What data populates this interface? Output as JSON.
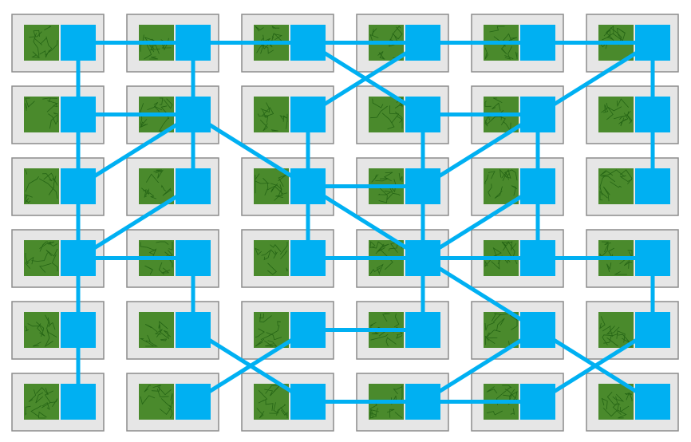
{
  "colors": {
    "background": "#ffffff",
    "cell_fill": "#e6e6e6",
    "cell_border": "#8c8c8c",
    "logic_block": "#4a8a2c",
    "logic_trace": "#1f5e12",
    "switch_block": "#00b0f2",
    "wire": "#00b0f2"
  },
  "grid": {
    "rows": 6,
    "cols": 6
  },
  "connections": [
    [
      [
        0,
        0
      ],
      [
        0,
        1
      ]
    ],
    [
      [
        0,
        1
      ],
      [
        0,
        2
      ]
    ],
    [
      [
        0,
        2
      ],
      [
        0,
        3
      ]
    ],
    [
      [
        0,
        3
      ],
      [
        0,
        4
      ]
    ],
    [
      [
        0,
        4
      ],
      [
        0,
        5
      ]
    ],
    [
      [
        0,
        0
      ],
      [
        1,
        0
      ]
    ],
    [
      [
        0,
        1
      ],
      [
        1,
        1
      ]
    ],
    [
      [
        0,
        2
      ],
      [
        1,
        3
      ]
    ],
    [
      [
        0,
        3
      ],
      [
        1,
        2
      ]
    ],
    [
      [
        0,
        5
      ],
      [
        1,
        4
      ]
    ],
    [
      [
        0,
        5
      ],
      [
        1,
        5
      ]
    ],
    [
      [
        1,
        0
      ],
      [
        1,
        1
      ]
    ],
    [
      [
        1,
        3
      ],
      [
        1,
        4
      ]
    ],
    [
      [
        1,
        0
      ],
      [
        2,
        0
      ]
    ],
    [
      [
        1,
        1
      ],
      [
        2,
        0
      ]
    ],
    [
      [
        1,
        1
      ],
      [
        2,
        1
      ]
    ],
    [
      [
        1,
        1
      ],
      [
        2,
        2
      ]
    ],
    [
      [
        1,
        2
      ],
      [
        2,
        2
      ]
    ],
    [
      [
        1,
        3
      ],
      [
        2,
        3
      ]
    ],
    [
      [
        1,
        4
      ],
      [
        2,
        3
      ]
    ],
    [
      [
        1,
        4
      ],
      [
        2,
        4
      ]
    ],
    [
      [
        1,
        5
      ],
      [
        2,
        5
      ]
    ],
    [
      [
        2,
        2
      ],
      [
        2,
        3
      ]
    ],
    [
      [
        2,
        0
      ],
      [
        3,
        0
      ]
    ],
    [
      [
        2,
        1
      ],
      [
        3,
        0
      ]
    ],
    [
      [
        2,
        2
      ],
      [
        3,
        2
      ]
    ],
    [
      [
        2,
        2
      ],
      [
        3,
        3
      ]
    ],
    [
      [
        2,
        3
      ],
      [
        3,
        3
      ]
    ],
    [
      [
        2,
        4
      ],
      [
        3,
        3
      ]
    ],
    [
      [
        2,
        4
      ],
      [
        3,
        4
      ]
    ],
    [
      [
        3,
        0
      ],
      [
        3,
        1
      ]
    ],
    [
      [
        3,
        2
      ],
      [
        3,
        3
      ]
    ],
    [
      [
        3,
        3
      ],
      [
        3,
        4
      ]
    ],
    [
      [
        3,
        4
      ],
      [
        3,
        5
      ]
    ],
    [
      [
        3,
        0
      ],
      [
        4,
        0
      ]
    ],
    [
      [
        3,
        1
      ],
      [
        4,
        1
      ]
    ],
    [
      [
        3,
        3
      ],
      [
        4,
        3
      ]
    ],
    [
      [
        3,
        3
      ],
      [
        4,
        4
      ]
    ],
    [
      [
        3,
        5
      ],
      [
        4,
        5
      ]
    ],
    [
      [
        4,
        2
      ],
      [
        4,
        3
      ]
    ],
    [
      [
        4,
        0
      ],
      [
        5,
        0
      ]
    ],
    [
      [
        4,
        1
      ],
      [
        5,
        2
      ]
    ],
    [
      [
        4,
        2
      ],
      [
        5,
        1
      ]
    ],
    [
      [
        4,
        4
      ],
      [
        5,
        3
      ]
    ],
    [
      [
        4,
        4
      ],
      [
        5,
        5
      ]
    ],
    [
      [
        4,
        5
      ],
      [
        5,
        4
      ]
    ],
    [
      [
        5,
        2
      ],
      [
        5,
        3
      ]
    ],
    [
      [
        5,
        3
      ],
      [
        5,
        4
      ]
    ]
  ]
}
